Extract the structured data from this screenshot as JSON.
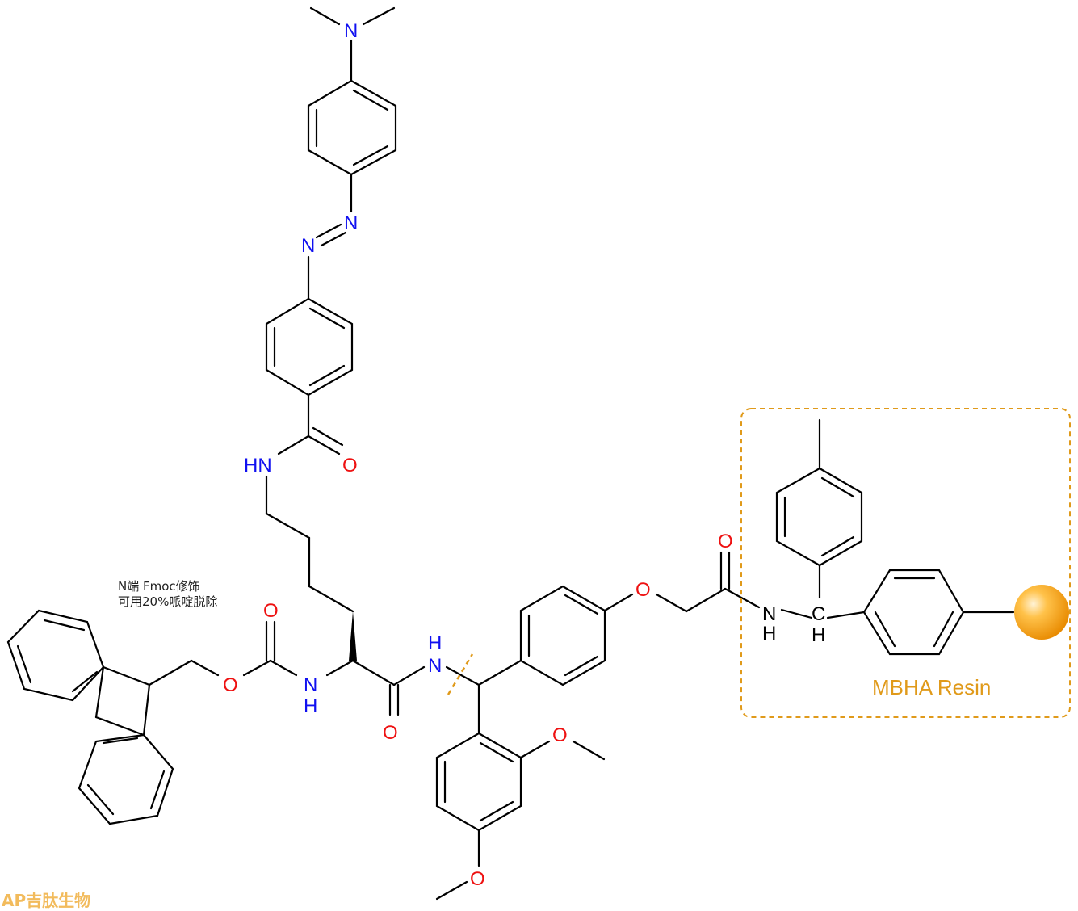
{
  "colors": {
    "bond": "#000000",
    "nitrogen": "#1010f0",
    "oxygen": "#ee1111",
    "resin_accent": "#e09a1a",
    "watermark": "#f0b040"
  },
  "atom_labels": {
    "n_dimethyl": "N",
    "n_azo_1": "N",
    "n_azo_2": "N",
    "nh_amide_side": "HN",
    "o_amide_side": "O",
    "o_carbamate_carbonyl": "O",
    "o_carbamate_ether": "O",
    "n_carbamate": "N",
    "h_carbamate": "H",
    "o_lys_carbonyl": "O",
    "h_linker_amide": "H",
    "n_linker_amide": "N",
    "o_phenoxy": "O",
    "o_acetyl_carbonyl": "O",
    "n_resin": "N",
    "h_resin_n": "H",
    "c_resin": "C",
    "h_resin_c": "H",
    "o_methoxy_ortho": "O",
    "o_methoxy_para": "O"
  },
  "annotation": {
    "line1": "N端 Fmoc修饰",
    "line2": "可用20%哌啶脱除"
  },
  "resin": {
    "label": "MBHA Resin",
    "bead_icon": "resin-bead-icon"
  },
  "watermark": {
    "text": "AP吉肽生物"
  }
}
